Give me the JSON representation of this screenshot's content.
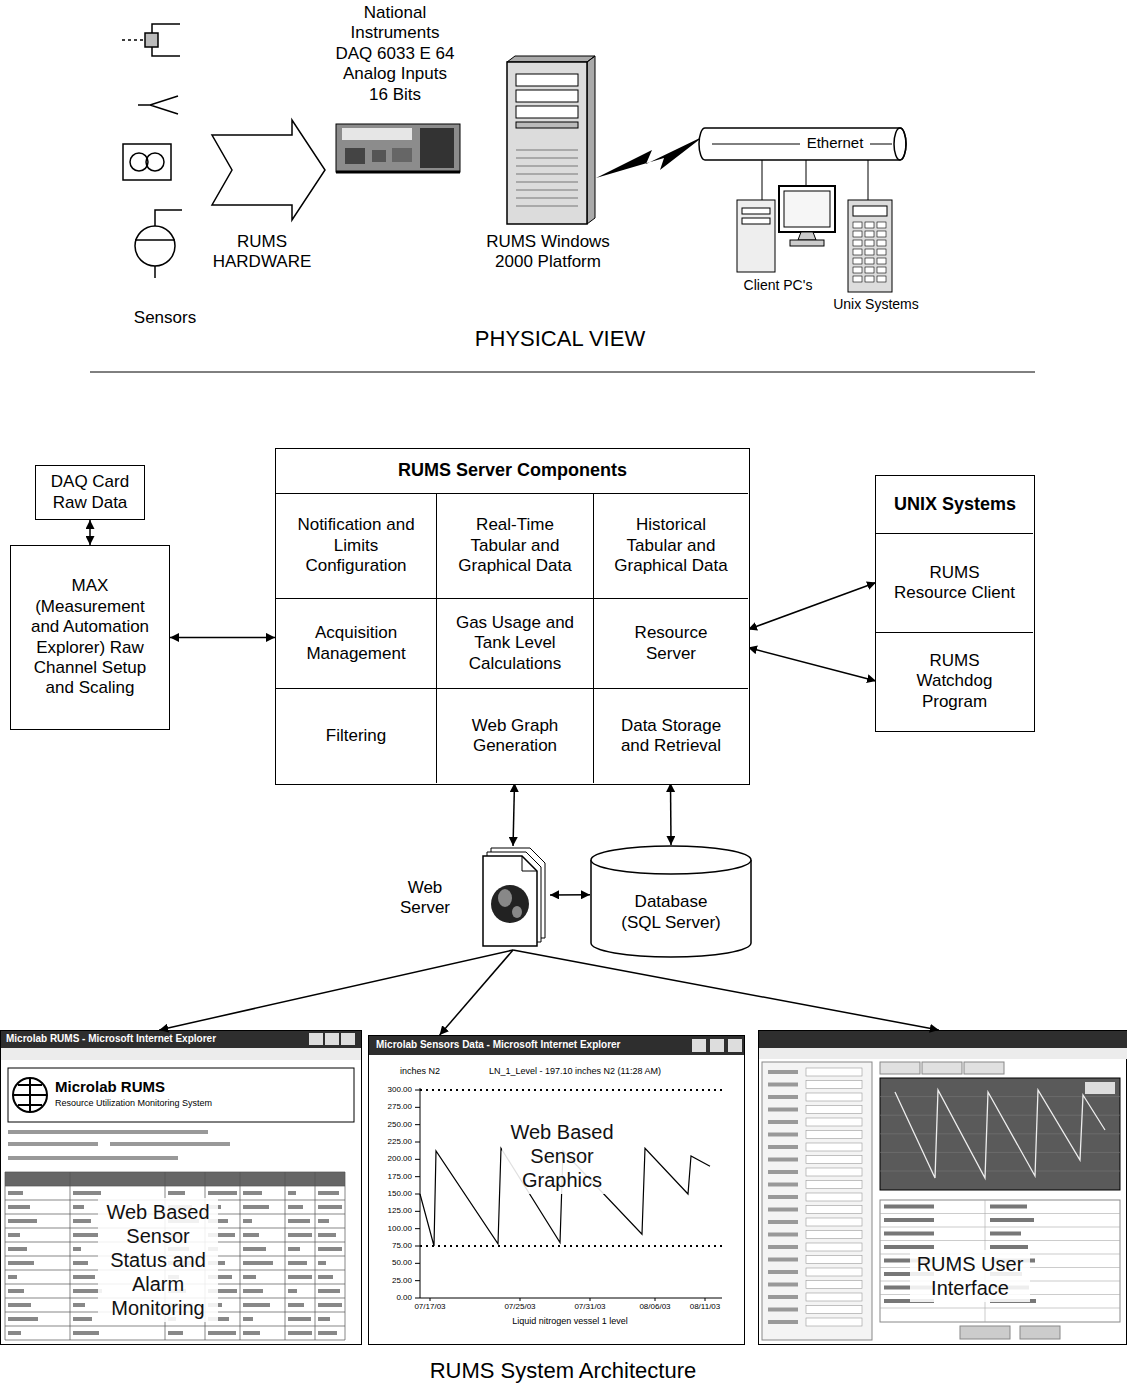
{
  "diagram": {
    "caption": "RUMS System Architecture",
    "nodes": [
      {
        "text": [
          "DAQ Card Raw Data"
        ]
      },
      {
        "text": [
          "MAX (Measurement and Automation Explorer) Raw Channel Setup and Scaling"
        ]
      },
      {
        "text": [
          "RUMS Server Components"
        ]
      },
      {
        "text": [
          "Notification and Limits Configuration"
        ],
        "in": 2
      },
      {
        "text": [
          "Real-Time Tabular and Graphical Data"
        ],
        "in": 2
      },
      {
        "text": [
          "Historical Tabular and Graphical Data"
        ],
        "in": 2
      },
      {
        "text": [
          "Acquisition Management"
        ],
        "in": 2
      },
      {
        "text": [
          "Gas Usage and Tank Level Calculations"
        ],
        "in": 2
      },
      {
        "text": [
          "Resource Server"
        ],
        "in": 2
      },
      {
        "text": [
          "Filtering"
        ],
        "in": 2
      },
      {
        "text": [
          "Web Graph Generation"
        ],
        "in": 2
      },
      {
        "text": [
          "Data Storage and Retrieval"
        ],
        "in": 2
      },
      {
        "text": [
          "UNIX Systems"
        ]
      },
      {
        "text": [
          "RUMS Resource Client"
        ],
        "in": 12
      },
      {
        "text": [
          "RUMS Watchdog Program"
        ],
        "in": 12
      },
      {
        "text": [
          "Web Server"
        ]
      },
      {
        "text": [
          "Database (SQL Server)"
        ]
      },
      {
        "text": [
          "Web Based Sensor Status and Alarm Monitoring"
        ]
      },
      {
        "text": [
          "Web Based Sensor Graphics"
        ]
      },
      {
        "text": [
          "RUMS User Interface"
        ]
      }
    ],
    "edges": [
      {
        "from": 0,
        "to": 1,
        "arrow": "both"
      },
      {
        "from": 1,
        "to": 2,
        "arrow": "both"
      },
      {
        "from": 8,
        "to": 13,
        "arrow": "both"
      },
      {
        "from": 8,
        "to": 14,
        "arrow": "both"
      },
      {
        "from": 10,
        "to": 15,
        "arrow": "both"
      },
      {
        "from": 11,
        "to": 16,
        "arrow": "both"
      },
      {
        "from": 15,
        "to": 16,
        "arrow": "both"
      },
      {
        "from": 15,
        "to": 17,
        "arrow": "to"
      },
      {
        "from": 15,
        "to": 18,
        "arrow": "to"
      },
      {
        "from": 15,
        "to": 19,
        "arrow": "to"
      }
    ],
    "labels": [
      "National Instruments DAQ 6033 E 64 Analog Inputs 16 Bits",
      "RUMS HARDWARE",
      "Sensors",
      "RUMS Windows 2000 Platform",
      "Ethernet",
      "Client PC's",
      "Unix Systems",
      "PHYSICAL VIEW",
      "Microlab RUMS - Microsoft Internet Explorer",
      "Microlab RUMS",
      "Resource Utilization Monitoring System",
      "Microlab Sensors Data - Microsoft Internet Explorer",
      "inches N2",
      "LN_1_Level - 197.10 inches N2 (11:28 AM)",
      "300.00",
      "275.00",
      "250.00",
      "225.00",
      "200.00",
      "175.00",
      "150.00",
      "125.00",
      "100.00",
      "75.00",
      "50.00",
      "25.00",
      "0.00",
      "07/17/03",
      "07/25/03",
      "07/31/03",
      "08/06/03",
      "08/11/03",
      "Liquid nitrogen vessel 1 level"
    ]
  }
}
